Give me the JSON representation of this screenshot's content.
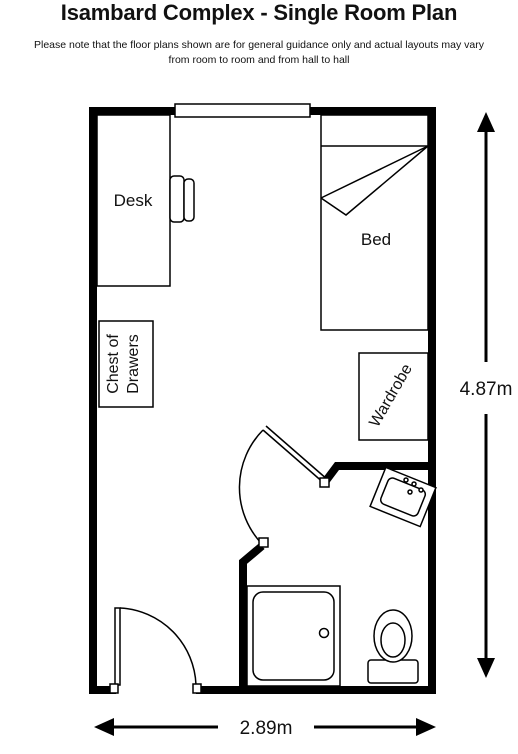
{
  "title": "Isambard Complex - Single Room Plan",
  "notice": {
    "line1": "Please note that the floor plans shown are for general guidance only and actual layouts may vary",
    "line2": "from room to room and from hall to hall"
  },
  "labels": {
    "desk": "Desk",
    "bed": "Bed",
    "chest_line1": "Chest of",
    "chest_line2": "Drawers",
    "wardrobe": "Wardrobe"
  },
  "dimensions": {
    "height": "4.87m",
    "width": "2.89m"
  }
}
